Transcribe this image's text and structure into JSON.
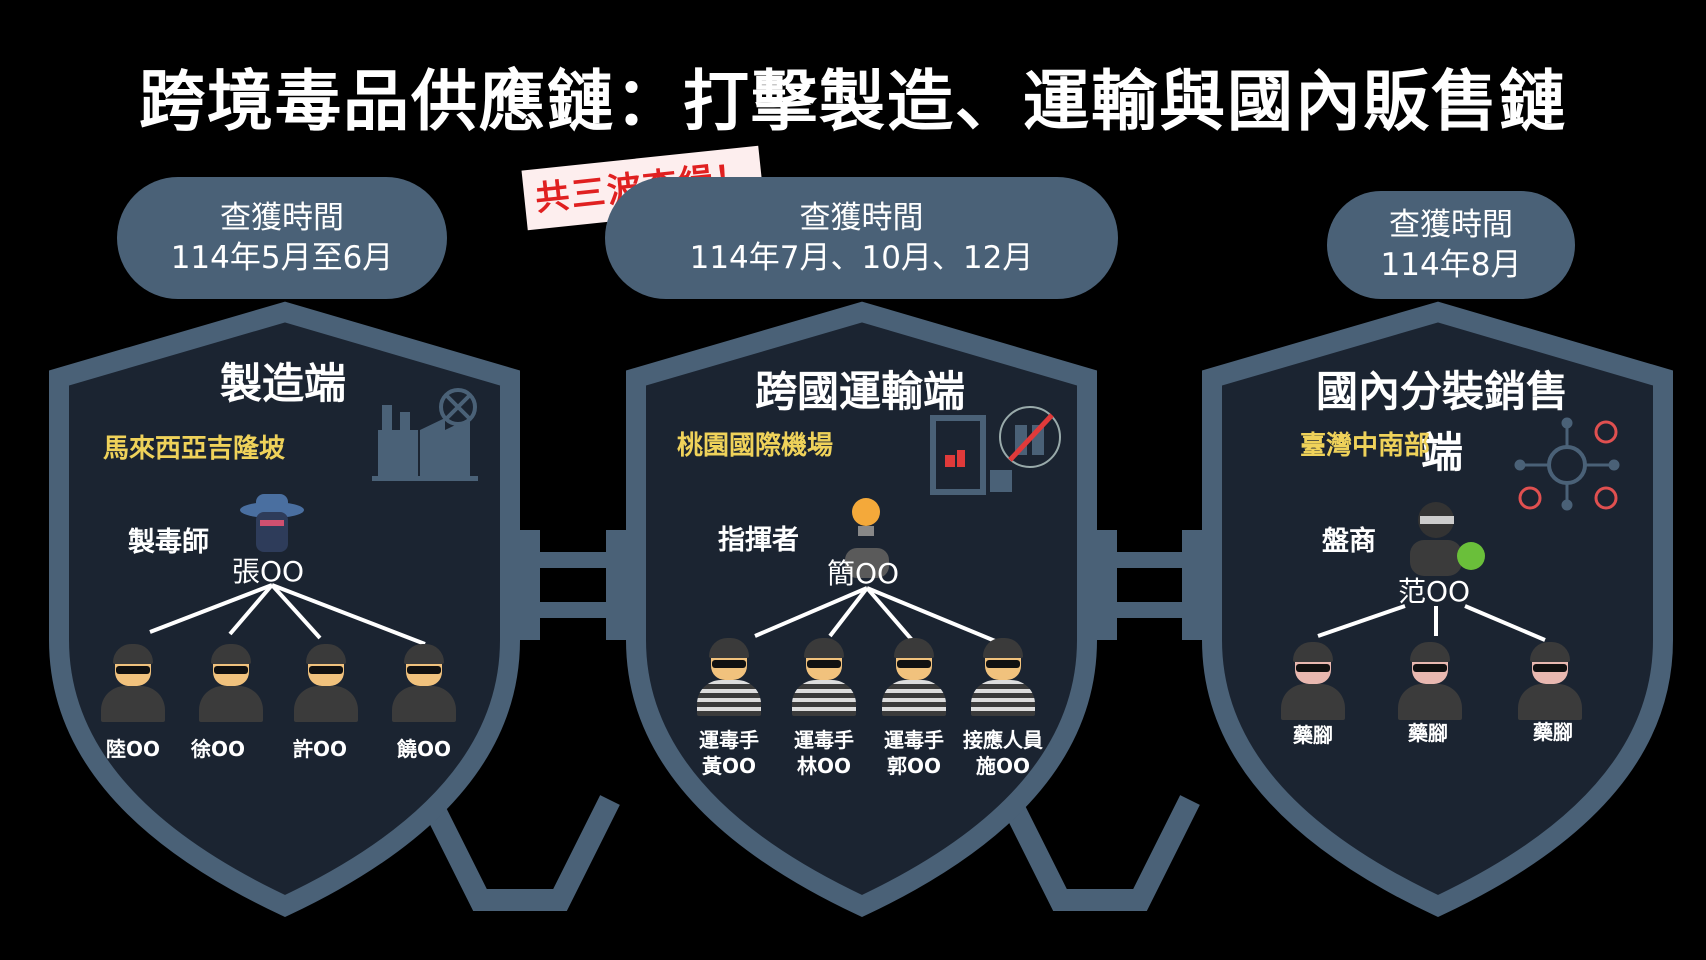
{
  "title": "跨境毒品供應鏈：打擊製造、運輸與國內販售鏈",
  "stamp": "共三波查緝！",
  "colors": {
    "frame": "#4a6177",
    "panel": "#1b2431",
    "location": "#efd25a",
    "stamp": "#e02020"
  },
  "sections": [
    {
      "time_label": "查獲時間",
      "time_value": "114年5月至6月",
      "title": "製造端",
      "location": "馬來西亞吉隆坡",
      "icon": "factory-icon",
      "role": "製毒師",
      "leader": "張OO",
      "members": [
        {
          "name": "陸OO"
        },
        {
          "name": "徐OO"
        },
        {
          "name": "許OO"
        },
        {
          "name": "饒OO"
        }
      ]
    },
    {
      "time_label": "查獲時間",
      "time_value": "114年7月、10月、12月",
      "title": "跨國運輸端",
      "location": "桃園國際機場",
      "icon": "airport-scanner-icon",
      "role": "指揮者",
      "leader": "簡OO",
      "members": [
        {
          "role": "運毒手",
          "name": "黃OO"
        },
        {
          "role": "運毒手",
          "name": "林OO"
        },
        {
          "role": "運毒手",
          "name": "郭OO"
        },
        {
          "role": "接應人員",
          "name": "施OO"
        }
      ]
    },
    {
      "time_label": "查獲時間",
      "time_value": "114年8月",
      "title": "國內分裝銷售端",
      "location": "臺灣中南部",
      "icon": "network-icon",
      "role": "盤商",
      "leader": "范OO",
      "members": [
        {
          "name": "藥腳"
        },
        {
          "name": "藥腳"
        },
        {
          "name": "藥腳"
        }
      ]
    }
  ]
}
